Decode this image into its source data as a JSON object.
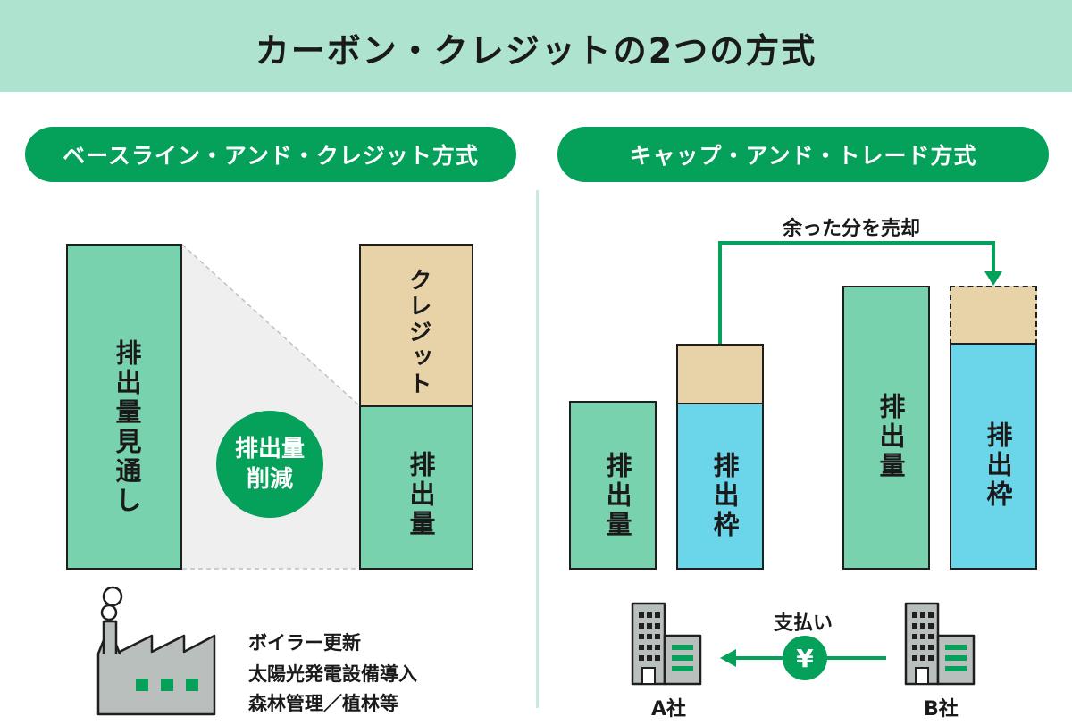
{
  "title": "カーボン・クレジットの2つの方式",
  "left": {
    "heading": "ベースライン・アンド・クレジット方式",
    "baseline_label": "排出量見通し",
    "reduction_line1": "排出量",
    "reduction_line2": "削減",
    "credit_label": "クレジット",
    "emission_label": "排出量",
    "actions": [
      "ボイラー更新",
      "太陽光発電設備導入",
      "森林管理／植林等"
    ]
  },
  "right": {
    "heading": "キャップ・アンド・トレード方式",
    "sell_label": "余った分を売却",
    "company_a": {
      "emission_label": "排出量",
      "cap_label": "排出枠",
      "name": "A社"
    },
    "company_b": {
      "emission_label": "排出量",
      "cap_label": "排出枠",
      "name": "B社"
    },
    "payment_label": "支払い",
    "yen_symbol": "¥"
  },
  "colors": {
    "title_bg": "#aee3d0",
    "pill": "#05a05a",
    "emission_green": "#78d2ae",
    "credit_beige": "#e8d3a8",
    "cap_blue": "#6bd6ea",
    "factory_gray": "#b8bfbd"
  }
}
